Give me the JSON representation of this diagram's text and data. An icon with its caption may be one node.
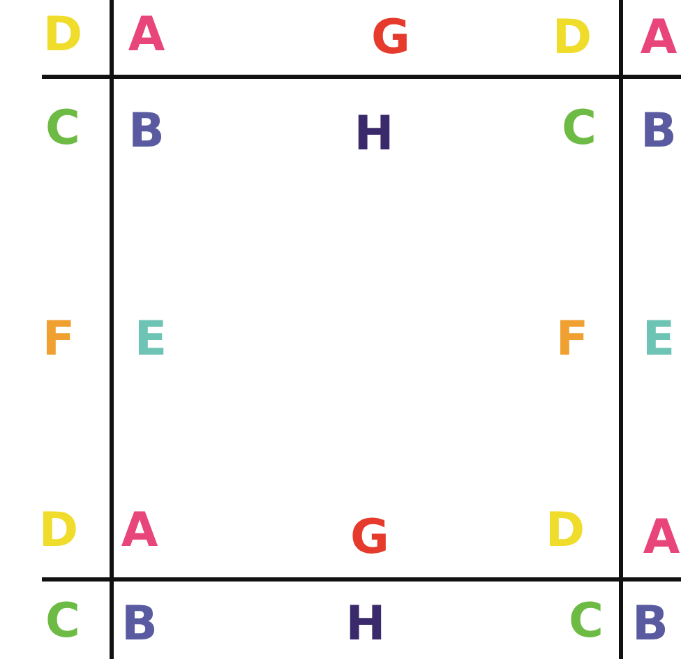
{
  "diagram": {
    "labels": [
      "D",
      "A",
      "G",
      "D",
      "A",
      "C",
      "B",
      "H",
      "C",
      "B",
      "F",
      "E",
      "F",
      "E",
      "D",
      "A",
      "G",
      "D",
      "A",
      "C",
      "B",
      "H",
      "C",
      "B"
    ]
  }
}
